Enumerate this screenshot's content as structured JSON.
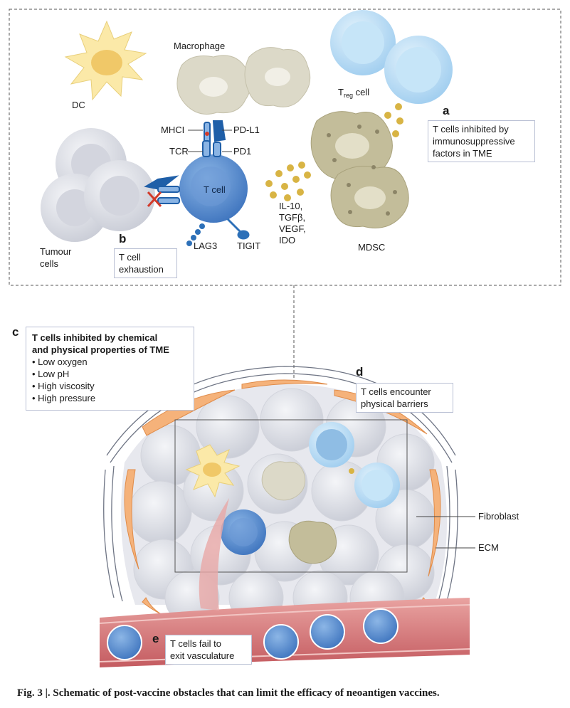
{
  "panel_a": {
    "letter": "a",
    "box_text_1": "T cells inhibited by",
    "box_text_2": "immunosuppressive",
    "box_text_3": "factors in TME",
    "treg_main": "T",
    "treg_sub": "reg",
    "treg_tail": " cell",
    "mdsc": "MDSC",
    "factor_1": "IL-10,",
    "factor_2": "TGFβ,",
    "factor_3": "VEGF,",
    "factor_4": "IDO"
  },
  "labels": {
    "dc": "DC",
    "macrophage": "Macrophage",
    "mhci": "MHCI",
    "pdl1": "PD-L1",
    "tcr": "TCR",
    "pd1": "PD1",
    "tcell": "T cell",
    "lag3": "LAG3",
    "tigit": "TIGIT",
    "tumour_1": "Tumour",
    "tumour_2": "cells"
  },
  "panel_b": {
    "letter": "b",
    "text_1": "T cell",
    "text_2": "exhaustion"
  },
  "panel_c": {
    "letter": "c",
    "heading_1": "T cells inhibited by chemical",
    "heading_2": "and physical properties of TME",
    "items": [
      "Low oxygen",
      "Low pH",
      "High viscosity",
      "High pressure"
    ]
  },
  "panel_d": {
    "letter": "d",
    "text_1": "T cells encounter",
    "text_2": "physical barriers"
  },
  "panel_e": {
    "letter": "e",
    "text_1": "T cells fail to",
    "text_2": "exit vasculature"
  },
  "side_labels": {
    "fibroblast": "Fibroblast",
    "ecm": "ECM"
  },
  "caption": "Fig. 3 |. Schematic of post-vaccine obstacles that can limit the efficacy of neoantigen vaccines.",
  "colors": {
    "tcell_blue": "#5a8fd0",
    "treg_blue": "#bfe0f5",
    "dc_yellow": "#fbe9a8",
    "macrophage_beige": "#dcd9c8",
    "mdsc_olive": "#c3bd9a",
    "tumour_grey": "#dfe1e8",
    "fibroblast_orange": "#f5b27a",
    "vessel_red": "#d9787a",
    "factor_gold": "#d8b444",
    "receptor_blue": "#1f5fa8"
  }
}
